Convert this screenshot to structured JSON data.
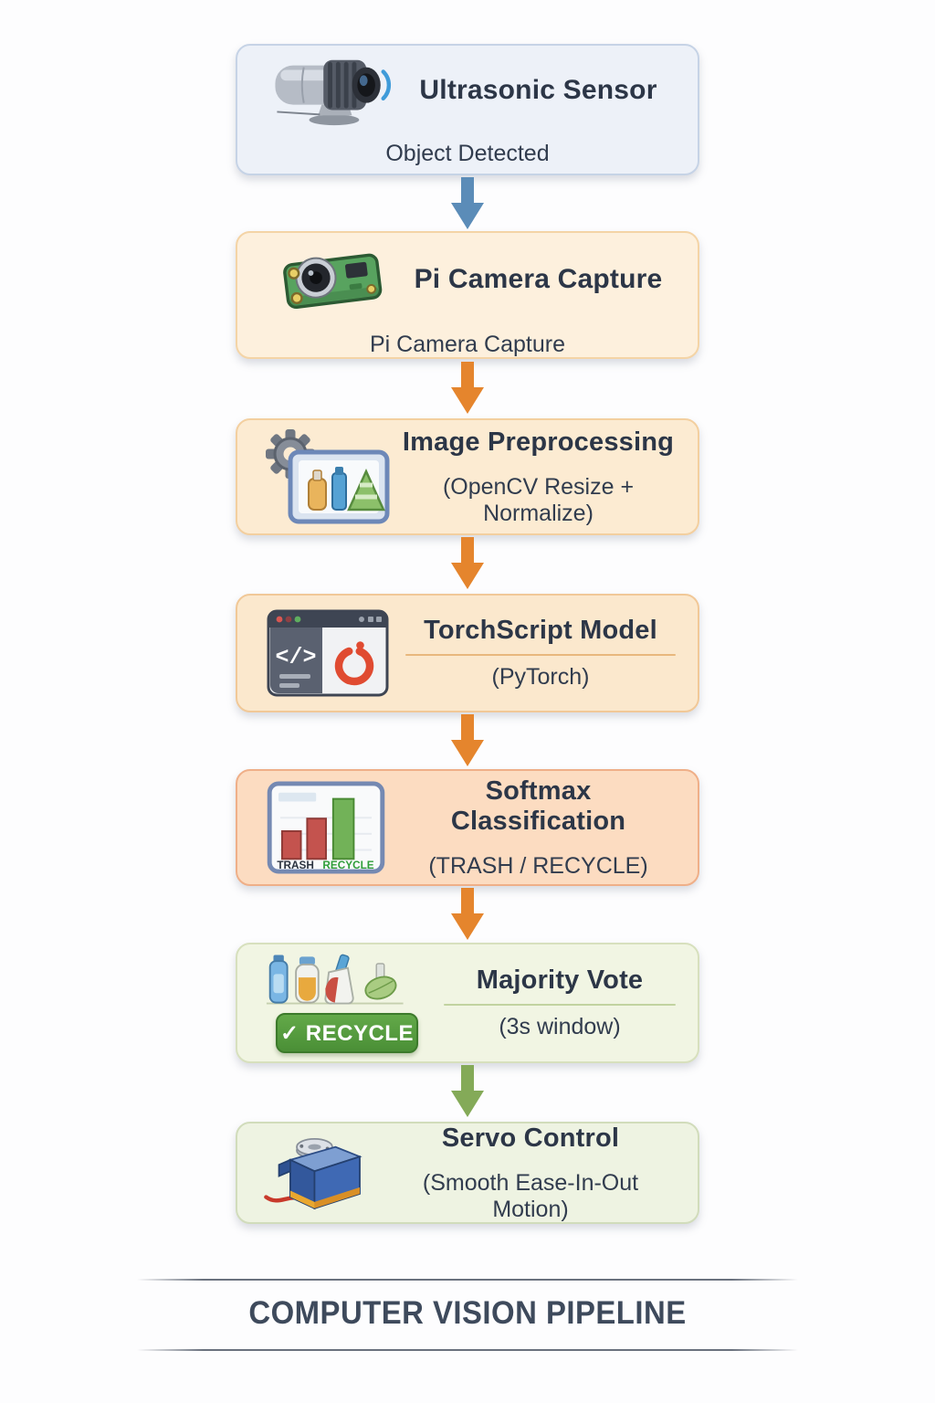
{
  "footer": {
    "title": "COMPUTER VISION PIPELINE"
  },
  "steps": [
    {
      "title": "Ultrasonic Sensor",
      "subtitle": "Object Detected",
      "icon": "ultrasonic-sensor-icon",
      "bg": "#edf1f8",
      "border": "#c6d3e6"
    },
    {
      "title": "Pi Camera Capture",
      "subtitle": "Pi Camera Capture",
      "icon": "pi-camera-icon",
      "bg": "#fdf0dd",
      "border": "#f4d4a6"
    },
    {
      "title": "Image Preprocessing",
      "subtitle": "(OpenCV Resize + Normalize)",
      "icon": "gear-image-icon",
      "bg": "#fcebd2",
      "border": "#f3cf9f"
    },
    {
      "title": "TorchScript Model",
      "subtitle": "(PyTorch)",
      "icon": "code-window-pytorch-icon",
      "bg": "#fbe8cd",
      "border": "#f1c897"
    },
    {
      "title": "Softmax Classification",
      "subtitle": "(TRASH / RECYCLE)",
      "icon": "bar-chart-icon",
      "bg": "#fcdcc1",
      "border": "#efaf88"
    },
    {
      "title": "Majority Vote",
      "subtitle": "(3s window)",
      "icon": "recyclables-items-icon",
      "bg": "#f1f5e3",
      "border": "#d7e0bd"
    },
    {
      "title": "Servo Control",
      "subtitle": "(Smooth Ease-In-Out Motion)",
      "icon": "servo-motor-icon",
      "bg": "#eef3e2",
      "border": "#d1dcbb"
    }
  ],
  "softmax_icon": {
    "trash_label": "TRASH",
    "recycle_label": "RECYCLE"
  },
  "majority_vote": {
    "badge_label": "✓ RECYCLE"
  },
  "torchscript_icon": {
    "code_glyph": "</>"
  },
  "arrows": {
    "first_color": "#5b8cb8",
    "middle_color": "#e5852d",
    "last_color": "#84aa58"
  },
  "icons": [
    "ultrasonic-sensor-icon",
    "pi-camera-icon",
    "gear-image-icon",
    "code-window-pytorch-icon",
    "bar-chart-icon",
    "recyclables-items-icon",
    "check-recycle-badge",
    "servo-motor-icon",
    "down-arrow-icon"
  ]
}
